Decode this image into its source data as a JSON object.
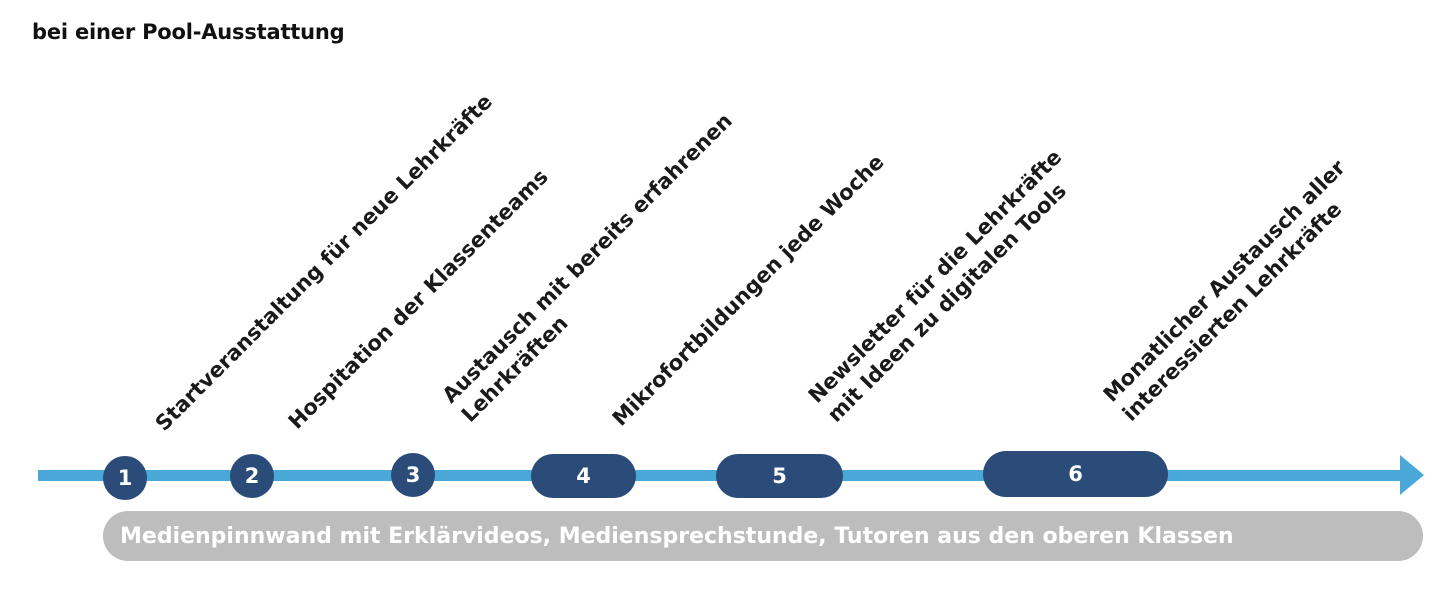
{
  "title": "bei einer Pool-Ausstattung",
  "steps": [
    {
      "number": "1",
      "lines": [
        "Startveranstaltung für neue Lehrkräfte"
      ]
    },
    {
      "number": "2",
      "lines": [
        "Hospitation der Klassenteams"
      ]
    },
    {
      "number": "3",
      "lines": [
        "Austausch mit bereits erfahrenen",
        "Lehrkräften"
      ]
    },
    {
      "number": "4",
      "lines": [
        "Mikrofortbildungen jede Woche"
      ]
    },
    {
      "number": "5",
      "lines": [
        "Newsletter für die Lehrkräfte",
        "mit Ideen zu digitalen Tools"
      ]
    },
    {
      "number": "6",
      "lines": [
        "Monatlicher Austausch aller",
        "interessierten Lehrkräfte"
      ]
    }
  ],
  "bottom_bar": "Medienpinnwand mit Erklärvideos, Mediensprechstunde, Tutoren aus den oberen Klassen",
  "colors": {
    "arrow": "#4aa8d8",
    "marker": "#2b4b78",
    "bar": "#bdbdbd",
    "bar_text": "#ffffff"
  }
}
